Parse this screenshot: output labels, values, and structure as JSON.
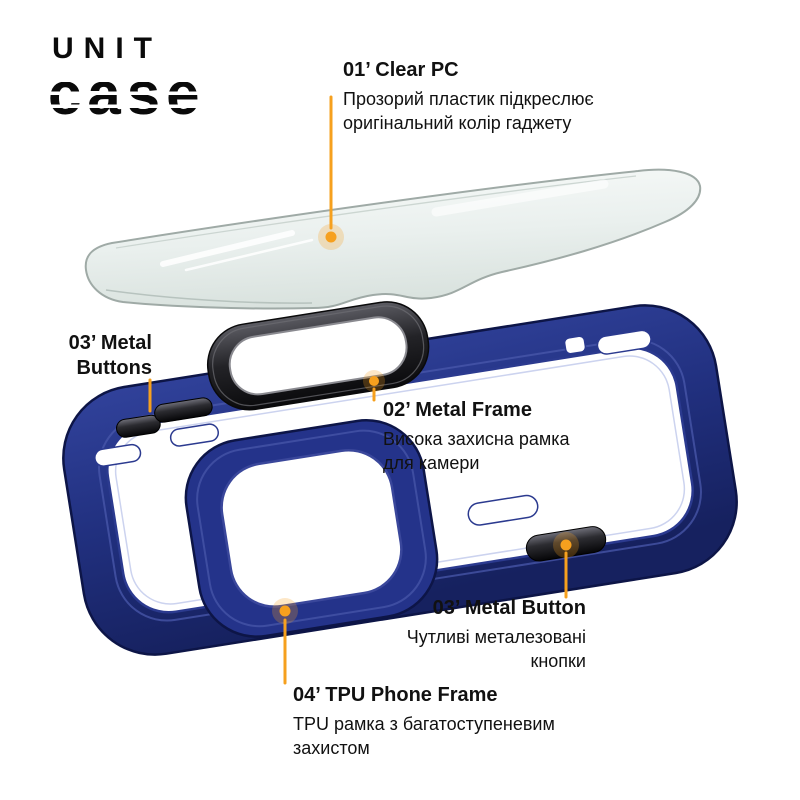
{
  "logo": {
    "top": "UNIT",
    "bottom": "case"
  },
  "colors": {
    "accent": "#F6A01E",
    "case_blue": "#24338A",
    "metal_black": "#1B1B1E",
    "glass_edge": "#9FAAA6"
  },
  "callouts": {
    "clear_pc": {
      "title": "01’ Clear PC",
      "line1": "Прозорий пластик підкреслює",
      "line2": "оригінальний колір гаджету"
    },
    "metal_buttons": {
      "line1": "03’ Metal",
      "line2": "Buttons"
    },
    "metal_frame": {
      "title": "02’ Metal Frame",
      "line1": "Висока захисна рамка",
      "line2": "для камери"
    },
    "metal_button": {
      "title": "03’ Metal Button",
      "line1": "Чутливі металезовані",
      "line2": "кнопки"
    },
    "tpu_frame": {
      "title": "04’ TPU Phone Frame",
      "line1": "TPU рамка з багатоступеневим",
      "line2": "захистом"
    }
  }
}
